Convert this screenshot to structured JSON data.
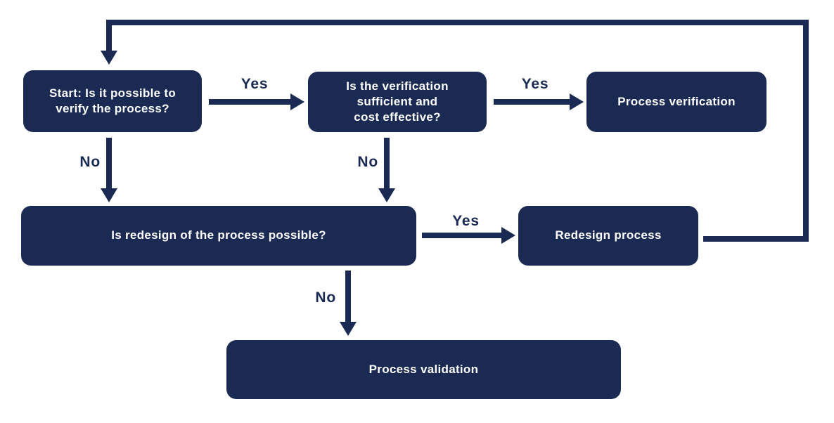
{
  "colors": {
    "navy": "#1a2a52",
    "text_light": "#ffffff",
    "background": "#ffffff"
  },
  "labels": {
    "yes": "Yes",
    "no": "No"
  },
  "nodes": {
    "start": {
      "label": "Start: Is it possible to\nverify the process?"
    },
    "verification_check": {
      "label": "Is the verification\nsufficient and\ncost effective?"
    },
    "process_verification": {
      "label": "Process verification"
    },
    "redesign_check": {
      "label": "Is redesign of the process possible?"
    },
    "redesign_process": {
      "label": "Redesign process"
    },
    "process_validation": {
      "label": "Process validation"
    }
  }
}
